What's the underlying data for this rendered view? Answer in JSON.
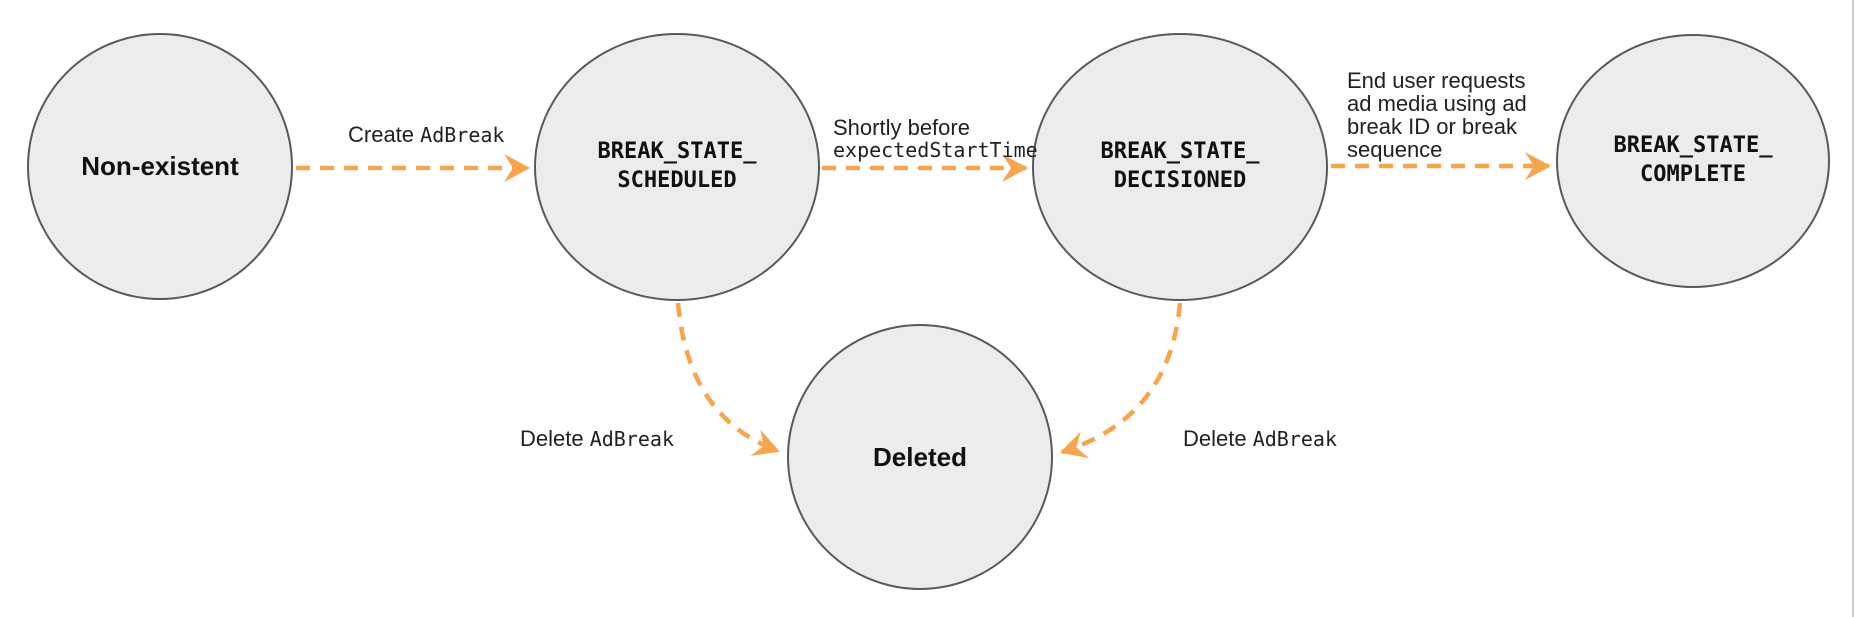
{
  "colors": {
    "arrow": "#f7a44c",
    "node-fill": "#ececec",
    "node-border": "#58595b"
  },
  "nodes": [
    {
      "id": "non-existent",
      "label": "Non-existent",
      "style": "plain"
    },
    {
      "id": "break-state-scheduled",
      "label": "BREAK_STATE_\nSCHEDULED",
      "style": "code"
    },
    {
      "id": "break-state-decisioned",
      "label": "BREAK_STATE_\nDECISIONED",
      "style": "code"
    },
    {
      "id": "break-state-complete",
      "label": "BREAK_STATE_\nCOMPLETE",
      "style": "code"
    },
    {
      "id": "deleted",
      "label": "Deleted",
      "style": "plain"
    }
  ],
  "edges": [
    {
      "from": "non-existent",
      "to": "break-state-scheduled",
      "label_plain": "Create ",
      "label_code": "AdBreak"
    },
    {
      "from": "break-state-scheduled",
      "to": "break-state-decisioned",
      "label_plain": "Shortly before",
      "label_code": "expectedStartTime"
    },
    {
      "from": "break-state-decisioned",
      "to": "break-state-complete",
      "label_plain": "End user requests\nad media using ad\nbreak ID or break\nsequence",
      "label_code": ""
    },
    {
      "from": "break-state-scheduled",
      "to": "deleted",
      "label_plain": "Delete ",
      "label_code": "AdBreak"
    },
    {
      "from": "break-state-decisioned",
      "to": "deleted",
      "label_plain": "Delete ",
      "label_code": "AdBreak"
    }
  ]
}
